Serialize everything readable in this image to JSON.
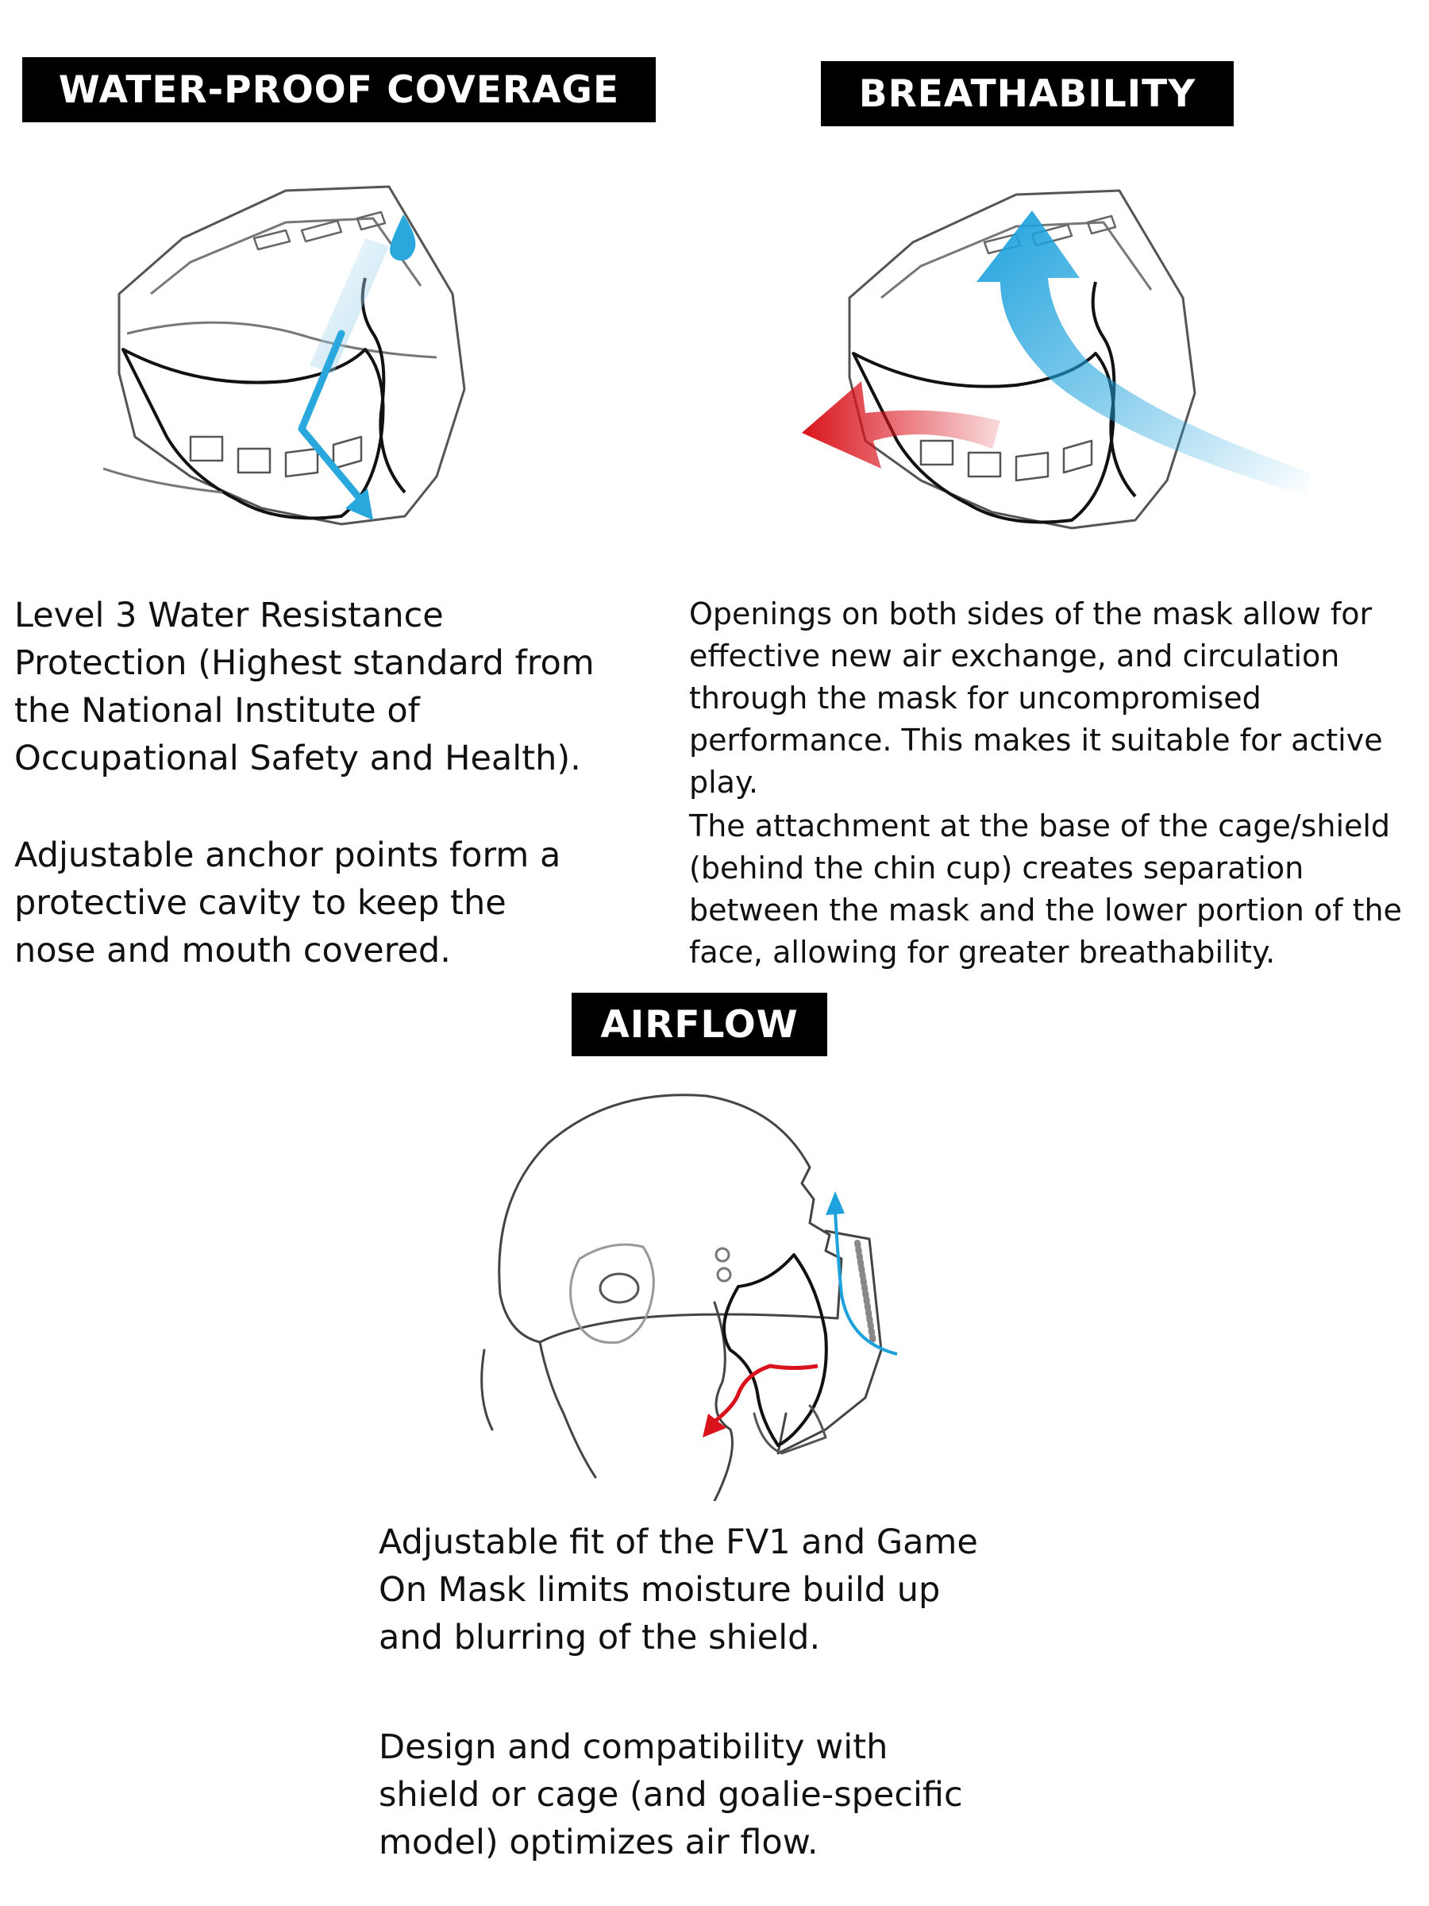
{
  "sections": {
    "waterproof": {
      "heading": "WATER-PROOF COVERAGE",
      "paragraph1": "Level 3 Water Resistance Protection (Highest standard from the National Institute of Occupational Safety and Health).",
      "paragraph2": "Adjustable anchor points form a protective cavity to keep the nose and mouth covered.",
      "accent_color": "#2aa7dc"
    },
    "breathability": {
      "heading": "BREATHABILITY",
      "paragraph1": "Openings on both sides of the mask allow for effective new air exchange, and circulation through the mask for uncompromised performance. This makes it suitable for active play.",
      "paragraph2": "The attachment at the base of the cage/shield (behind the chin cup) creates separation between the mask and the lower portion of the face, allowing for greater breathability.",
      "inflow_color": "#1ea2dd",
      "outflow_color": "#d9131b"
    },
    "airflow": {
      "heading": "AIRFLOW",
      "paragraph1": "Adjustable fit of the FV1 and Game On Mask limits moisture build up and blurring of the shield.",
      "paragraph2": "Design and compatibility with shield or cage (and goalie-specific model) optimizes air flow."
    }
  }
}
